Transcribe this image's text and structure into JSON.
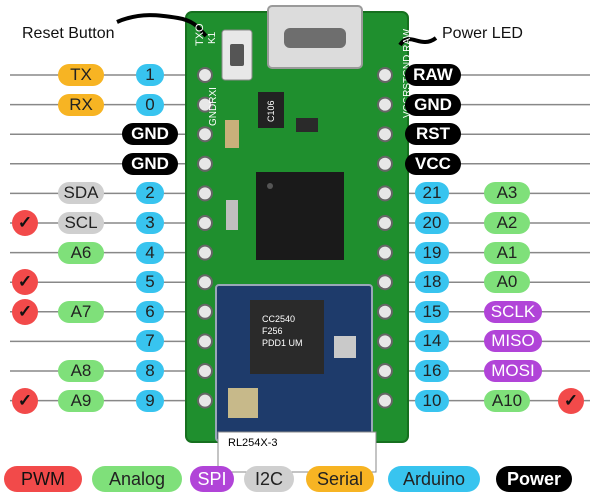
{
  "callouts": {
    "reset": "Reset Button",
    "power_led": "Power LED"
  },
  "board": {
    "silk_top": [
      "TXO",
      "K1"
    ],
    "silk_left": "GNDRXI",
    "silk_right": "VCCRSTGND RAW",
    "chip_label": "C106",
    "module_text": [
      "CC2540",
      "F256",
      "PDD1 UM"
    ],
    "module_bottom": "RL254X-3"
  },
  "left_rows": [
    {
      "num": "1",
      "labels": [
        {
          "text": "TX",
          "type": "serial"
        }
      ],
      "pwm": false
    },
    {
      "num": "0",
      "labels": [
        {
          "text": "RX",
          "type": "serial"
        }
      ],
      "pwm": false
    },
    {
      "num": "",
      "labels": [
        {
          "text": "GND",
          "type": "power"
        }
      ],
      "pwm": false
    },
    {
      "num": "",
      "labels": [
        {
          "text": "GND",
          "type": "power"
        }
      ],
      "pwm": false
    },
    {
      "num": "2",
      "labels": [
        {
          "text": "SDA",
          "type": "i2c"
        }
      ],
      "pwm": false
    },
    {
      "num": "3",
      "labels": [
        {
          "text": "SCL",
          "type": "i2c"
        }
      ],
      "pwm": true
    },
    {
      "num": "4",
      "labels": [
        {
          "text": "A6",
          "type": "analog"
        }
      ],
      "pwm": false
    },
    {
      "num": "5",
      "labels": [],
      "pwm": true
    },
    {
      "num": "6",
      "labels": [
        {
          "text": "A7",
          "type": "analog"
        }
      ],
      "pwm": true
    },
    {
      "num": "7",
      "labels": [],
      "pwm": false
    },
    {
      "num": "8",
      "labels": [
        {
          "text": "A8",
          "type": "analog"
        }
      ],
      "pwm": false
    },
    {
      "num": "9",
      "labels": [
        {
          "text": "A9",
          "type": "analog"
        }
      ],
      "pwm": true
    }
  ],
  "right_rows": [
    {
      "num": "",
      "labels": [
        {
          "text": "RAW",
          "type": "power"
        }
      ],
      "pwm": false
    },
    {
      "num": "",
      "labels": [
        {
          "text": "GND",
          "type": "power"
        }
      ],
      "pwm": false
    },
    {
      "num": "",
      "labels": [
        {
          "text": "RST",
          "type": "power"
        }
      ],
      "pwm": false
    },
    {
      "num": "",
      "labels": [
        {
          "text": "VCC",
          "type": "power"
        }
      ],
      "pwm": false
    },
    {
      "num": "21",
      "labels": [
        {
          "text": "A3",
          "type": "analog"
        }
      ],
      "pwm": false
    },
    {
      "num": "20",
      "labels": [
        {
          "text": "A2",
          "type": "analog"
        }
      ],
      "pwm": false
    },
    {
      "num": "19",
      "labels": [
        {
          "text": "A1",
          "type": "analog"
        }
      ],
      "pwm": false
    },
    {
      "num": "18",
      "labels": [
        {
          "text": "A0",
          "type": "analog"
        }
      ],
      "pwm": false
    },
    {
      "num": "15",
      "labels": [
        {
          "text": "SCLK",
          "type": "spi"
        }
      ],
      "pwm": false
    },
    {
      "num": "14",
      "labels": [
        {
          "text": "MISO",
          "type": "spi"
        }
      ],
      "pwm": false
    },
    {
      "num": "16",
      "labels": [
        {
          "text": "MOSI",
          "type": "spi"
        }
      ],
      "pwm": false
    },
    {
      "num": "10",
      "labels": [
        {
          "text": "A10",
          "type": "analog"
        }
      ],
      "pwm": true
    }
  ],
  "check_glyph": "✓",
  "legend": [
    {
      "text": "PWM",
      "type": "pwm"
    },
    {
      "text": "Analog",
      "type": "analog"
    },
    {
      "text": "SPI",
      "type": "spi"
    },
    {
      "text": "I2C",
      "type": "i2c"
    },
    {
      "text": "Serial",
      "type": "serial"
    },
    {
      "text": "Arduino",
      "type": "arduino"
    },
    {
      "text": "Power",
      "type": "power"
    }
  ],
  "colors": {
    "board": "#1f8f2e",
    "board_dark": "#16701f",
    "pwm": "#f24a4a",
    "analog": "#7fe07a",
    "spi": "#b144d8",
    "i2c": "#cfcfcf",
    "serial": "#f7b423",
    "arduino": "#38c4ef",
    "power": "#000000"
  }
}
